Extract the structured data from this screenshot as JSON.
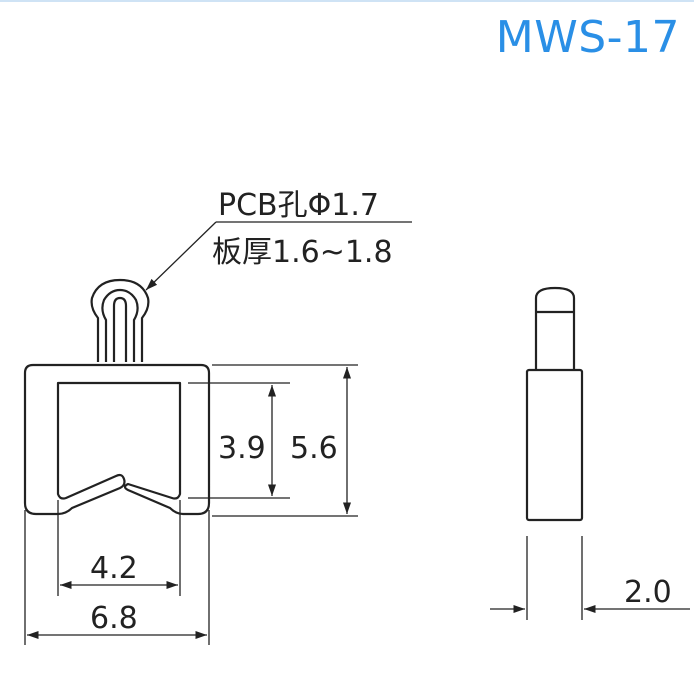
{
  "title": "MWS-17",
  "callout": {
    "line1": "PCB孔Φ1.7",
    "line2": "板厚1.6~1.8"
  },
  "dimensions": {
    "inner_height": "3.9",
    "outer_height": "5.6",
    "inner_width": "4.2",
    "outer_width": "6.8",
    "side_width": "2.0"
  },
  "colors": {
    "title": "#2a8fe6",
    "line": "#222222"
  }
}
